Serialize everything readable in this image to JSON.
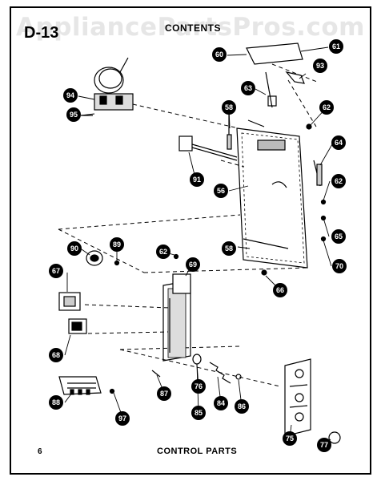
{
  "watermark": "AppliancePartsPros.com",
  "header": {
    "page_code": "D-13",
    "label": "CONTENTS"
  },
  "footer": {
    "page_number": "6",
    "title": "CONTROL PARTS"
  },
  "callouts": [
    {
      "label": "61"
    },
    {
      "label": "60"
    },
    {
      "label": "63"
    },
    {
      "label": "94"
    },
    {
      "label": "95"
    },
    {
      "label": "93"
    },
    {
      "label": "62"
    },
    {
      "label": "58"
    },
    {
      "label": "64"
    },
    {
      "label": "91"
    },
    {
      "label": "56"
    },
    {
      "label": "62"
    },
    {
      "label": "65"
    },
    {
      "label": "58"
    },
    {
      "label": "70"
    },
    {
      "label": "90"
    },
    {
      "label": "89"
    },
    {
      "label": "62"
    },
    {
      "label": "69"
    },
    {
      "label": "66"
    },
    {
      "label": "67"
    },
    {
      "label": "68"
    },
    {
      "label": "87"
    },
    {
      "label": "76"
    },
    {
      "label": "84"
    },
    {
      "label": "86"
    },
    {
      "label": "85"
    },
    {
      "label": "88"
    },
    {
      "label": "97"
    },
    {
      "label": "75"
    },
    {
      "label": "77"
    }
  ]
}
